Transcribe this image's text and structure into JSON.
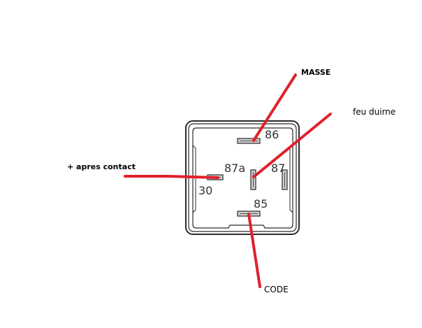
{
  "relay": {
    "pins": {
      "p86": "86",
      "p87a": "87a",
      "p87": "87",
      "p30": "30",
      "p85": "85"
    }
  },
  "labels": {
    "masse": "MASSE",
    "feu_diurne": "feu duirne",
    "apres_contact": "+ apres contact",
    "code": "CODE"
  },
  "colors": {
    "wire": "#e0212b",
    "outline": "#2a2a2a",
    "pin_fill": "#cfcfcf"
  }
}
